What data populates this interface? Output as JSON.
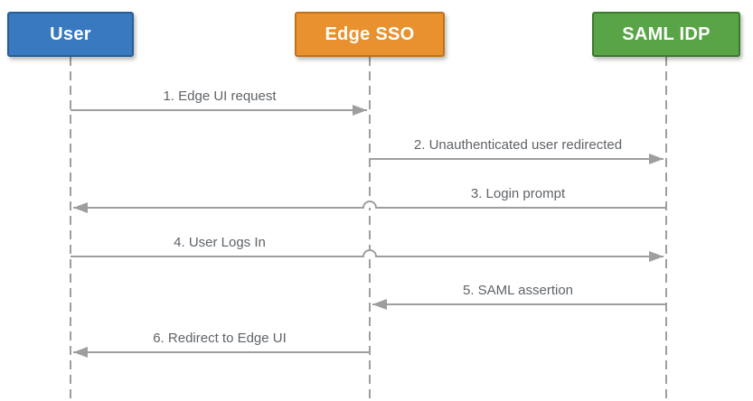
{
  "actors": [
    {
      "label": "User",
      "fill": "#3879C0",
      "stroke": "#285E94"
    },
    {
      "label": "Edge SSO",
      "fill": "#E8912E",
      "stroke": "#BE731B"
    },
    {
      "label": "SAML IDP",
      "fill": "#58A447",
      "stroke": "#3C7A2C"
    }
  ],
  "messages": [
    {
      "label": "1. Edge UI request",
      "from": "User",
      "to": "Edge SSO",
      "direction": "right"
    },
    {
      "label": "2. Unauthenticated user redirected",
      "from": "Edge SSO",
      "to": "SAML IDP",
      "direction": "right"
    },
    {
      "label": "3. Login prompt",
      "from": "SAML IDP",
      "to": "User",
      "direction": "left"
    },
    {
      "label": "4. User Logs In",
      "from": "User",
      "to": "SAML IDP",
      "direction": "right"
    },
    {
      "label": "5. SAML assertion",
      "from": "SAML IDP",
      "to": "Edge SSO",
      "direction": "left"
    },
    {
      "label": "6. Redirect to Edge UI",
      "from": "Edge SSO",
      "to": "User",
      "direction": "left"
    }
  ],
  "colors": {
    "arrow": "#9E9E9E",
    "lifeline": "#9E9E9E",
    "message_text": "#5F6368",
    "actor_text": "#FFFFFF"
  }
}
